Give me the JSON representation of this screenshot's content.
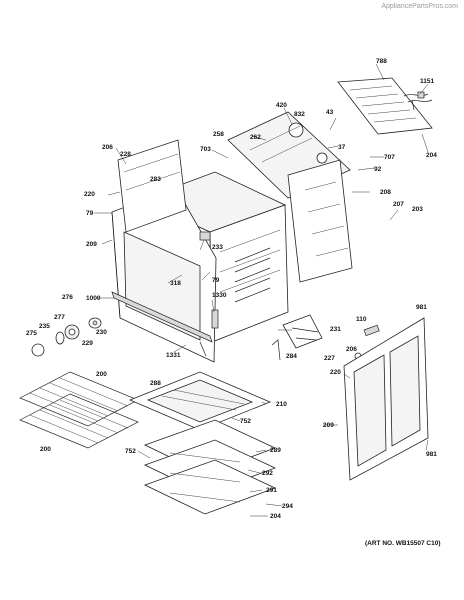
{
  "watermark": "AppliancePartsPros.com",
  "art_number": "(ART NO. WB15507 C10)",
  "callouts": [
    "1151",
    "788",
    "204",
    "420",
    "832",
    "43",
    "37",
    "707",
    "92",
    "258",
    "262",
    "206",
    "228",
    "703",
    "283",
    "220",
    "79",
    "208",
    "207",
    "203",
    "209",
    "233",
    "318",
    "79",
    "276",
    "1000",
    "1330",
    "277",
    "235",
    "230",
    "275",
    "229",
    "231",
    "110",
    "284",
    "206",
    "227",
    "981",
    "220",
    "1331",
    "200",
    "288",
    "210",
    "209",
    "752",
    "200",
    "289",
    "752",
    "292",
    "981",
    "291",
    "294",
    "204"
  ]
}
